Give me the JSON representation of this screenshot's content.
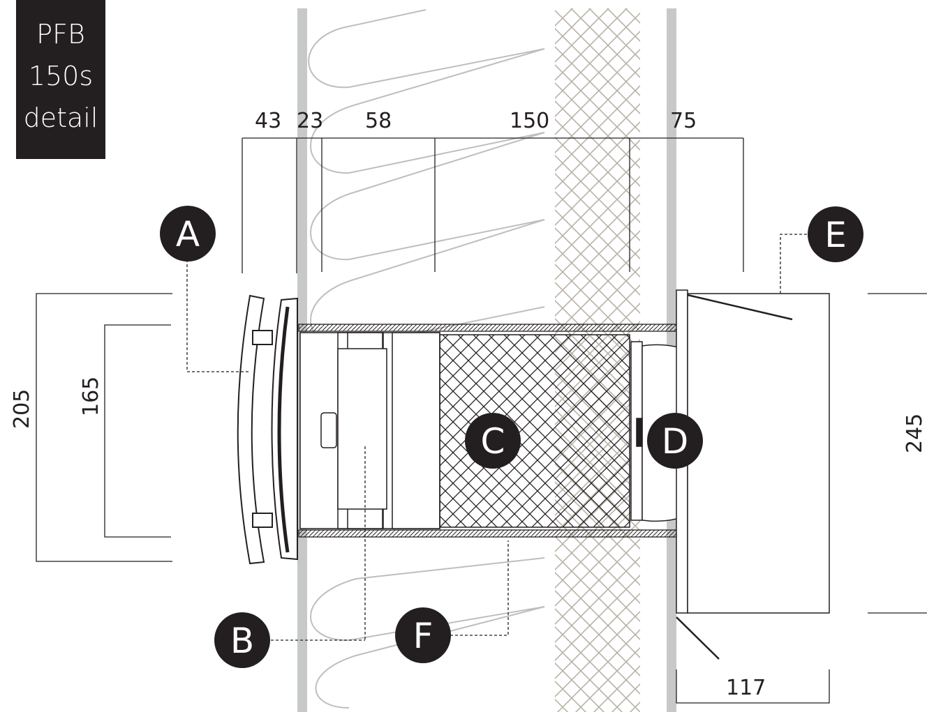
{
  "title": {
    "line1": "PFB",
    "line2": "150s",
    "line3": "detail"
  },
  "dimensions": {
    "top": [
      "43",
      "23",
      "58",
      "150",
      "75"
    ],
    "left_outer": "205",
    "left_inner": "165",
    "right": "245",
    "bottom": "117"
  },
  "callouts": [
    "A",
    "B",
    "C",
    "D",
    "E",
    "F"
  ],
  "colors": {
    "badge": "#231f20",
    "wall": "#c7c8ca",
    "insulation_line": "#bcbec0",
    "brick": "#b8b2a7"
  }
}
